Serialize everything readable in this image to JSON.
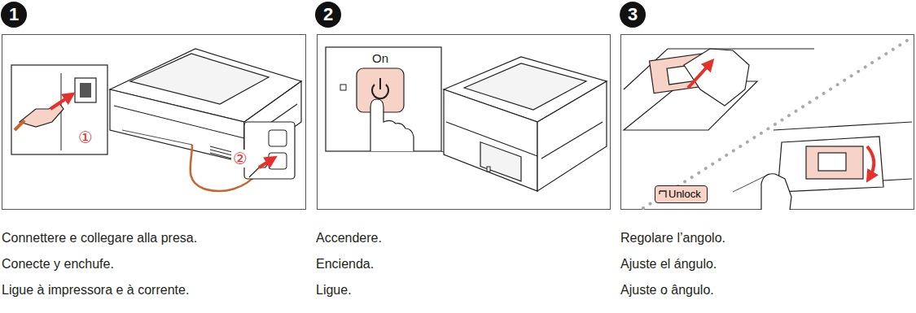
{
  "diagram": {
    "nodes": [
      {
        "text": [
          "Unlock"
        ]
      }
    ],
    "labels": [
      "1",
      "①",
      "②",
      "Connettere e collegare alla presa.",
      "Conecte y enchufe.",
      "Ligue à impressora e à corrente.",
      "2",
      "On",
      "Accendere.",
      "Encienda.",
      "Ligue.",
      "3",
      "Regolare l’angolo.",
      "Ajuste el ángulo.",
      "Ajuste o ângulo."
    ]
  }
}
